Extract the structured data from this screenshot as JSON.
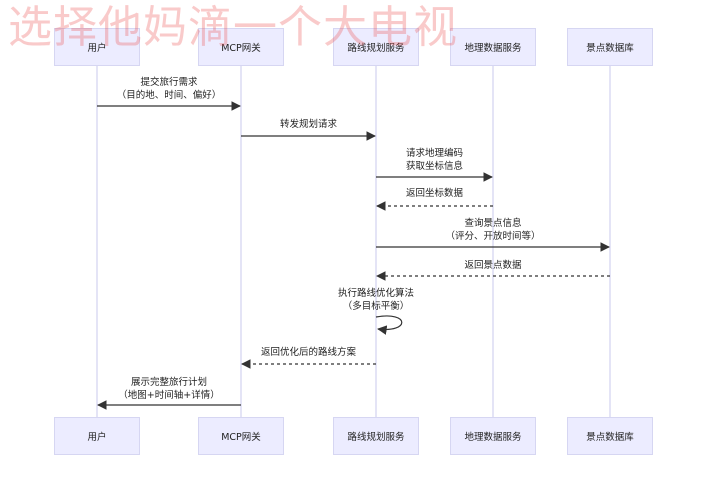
{
  "watermark": "选择他妈滴一个大电视",
  "participants": [
    {
      "id": "user",
      "label": "用户"
    },
    {
      "id": "mcp",
      "label": "MCP网关"
    },
    {
      "id": "route",
      "label": "路线规划服务"
    },
    {
      "id": "geo",
      "label": "地理数据服务"
    },
    {
      "id": "poi",
      "label": "景点数据库"
    }
  ],
  "messages": [
    {
      "from": "user",
      "to": "mcp",
      "style": "solid",
      "lines": [
        "提交旅行需求",
        "（目的地、时间、偏好）"
      ]
    },
    {
      "from": "mcp",
      "to": "route",
      "style": "solid",
      "lines": [
        "转发规划请求"
      ]
    },
    {
      "from": "route",
      "to": "geo",
      "style": "solid",
      "lines": [
        "请求地理编码",
        "获取坐标信息"
      ]
    },
    {
      "from": "geo",
      "to": "route",
      "style": "dashed",
      "lines": [
        "返回坐标数据"
      ]
    },
    {
      "from": "route",
      "to": "poi",
      "style": "solid",
      "lines": [
        "查询景点信息",
        "（评分、开放时间等）"
      ]
    },
    {
      "from": "poi",
      "to": "route",
      "style": "dashed",
      "lines": [
        "返回景点数据"
      ]
    },
    {
      "from": "route",
      "to": "route",
      "style": "solid",
      "lines": [
        "执行路线优化算法",
        "（多目标平衡）"
      ]
    },
    {
      "from": "route",
      "to": "mcp",
      "style": "dashed",
      "lines": [
        "返回优化后的路线方案"
      ]
    },
    {
      "from": "mcp",
      "to": "user",
      "style": "solid",
      "lines": [
        "展示完整旅行计划",
        "（地图+时间轴+详情）"
      ]
    }
  ],
  "colors": {
    "actor_fill": "#ececff",
    "actor_border": "#d6d6f2",
    "lifeline": "#c8c8ee",
    "arrow": "#333333",
    "watermark": "#eb5050"
  }
}
